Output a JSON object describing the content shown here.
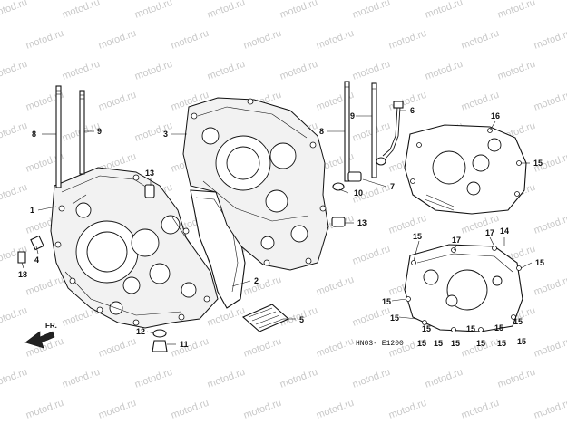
{
  "watermark_text": "motod.ru",
  "diagram_code": "HN03- E1200",
  "direction_label": "FR.",
  "callouts": [
    "1",
    "2",
    "3",
    "4",
    "5",
    "6",
    "7",
    "8",
    "8",
    "9",
    "9",
    "10",
    "11",
    "12",
    "13",
    "13",
    "14",
    "15",
    "15",
    "15",
    "15",
    "15",
    "15",
    "15",
    "15",
    "15",
    "15",
    "15",
    "15",
    "15",
    "15",
    "16",
    "17",
    "17",
    "18"
  ]
}
